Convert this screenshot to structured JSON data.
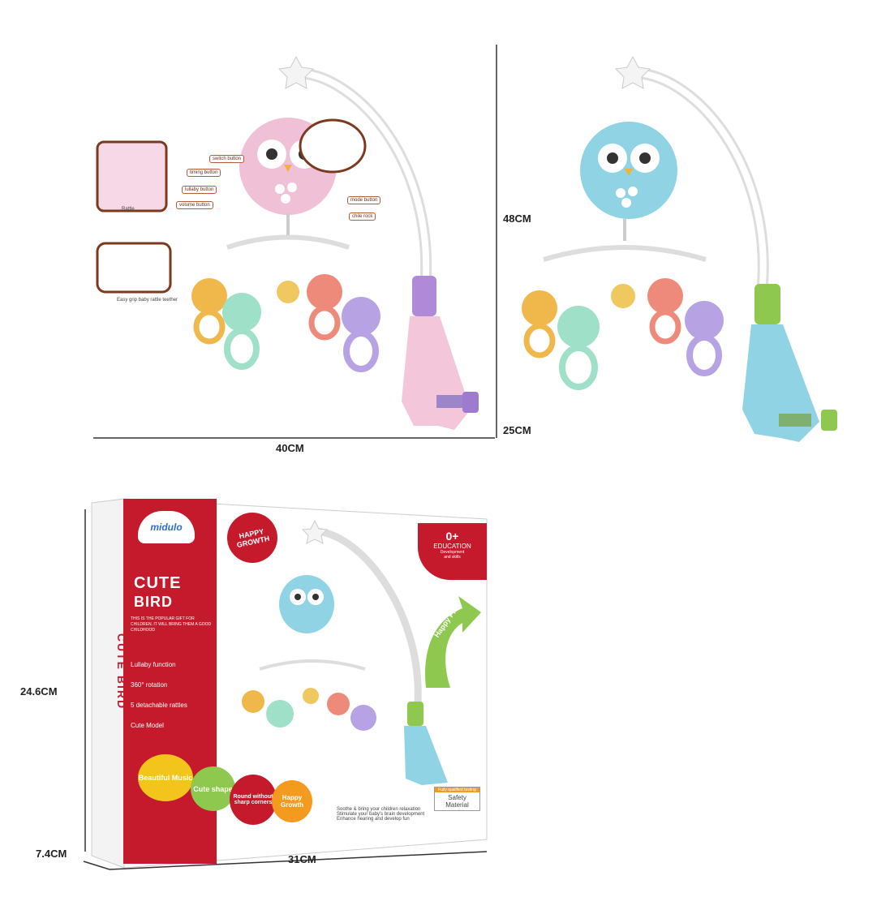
{
  "dimensions": {
    "width_label": "40CM",
    "height_label": "48CM",
    "depth_label": "25CM",
    "box_width_label": "31CM",
    "box_height_label": "24.6CM",
    "box_depth_label": "7.4CM"
  },
  "callouts": {
    "switch": "switch button",
    "timing": "timing button",
    "lullaby": "lullaby button",
    "volume": "volume button",
    "mode": "mode button",
    "chile": "chile rock",
    "rattle_note": "Easy grip baby rattle teether",
    "owl_detail": "Rattle"
  },
  "box": {
    "brand": "midulo",
    "badge_happy_growth": "HAPPY GROWTH",
    "title_line1": "CUTE",
    "title_line2": "BIRD",
    "subtitle": "THIS IS THE POPULAR GIFT FOR CHILDREN. IT WILL BRING THEM A GOOD CHILDHOOD",
    "features": [
      "Lullaby function",
      "360° rotation",
      "5 detachable rattles",
      "Cute Model"
    ],
    "age_top": "0+",
    "age_label": "EDUCATION",
    "age_sub": "Development",
    "age_line": "and skills",
    "happy_play": "Happy Play",
    "bubbles": [
      "Beautiful Music",
      "Cute shape",
      "Round without sharp corners",
      "Happy Growth"
    ],
    "notes": [
      "Soothe & bring your children relaxation",
      "Stimulate your baby's brain development",
      "Enhance hearing and develop fun"
    ],
    "safety_top": "Fully qualified testing",
    "safety": "Safety Material",
    "side_text": "CUTE BIRD"
  },
  "colors": {
    "brand_red": "#c41a2b",
    "pink": "#f0c0d6",
    "blue": "#8fd3e4",
    "mint": "#9fe0c8",
    "yellow": "#f0b84a",
    "coral": "#ee8a7a",
    "lilac": "#b7a2e4",
    "green": "#8ec84f"
  }
}
